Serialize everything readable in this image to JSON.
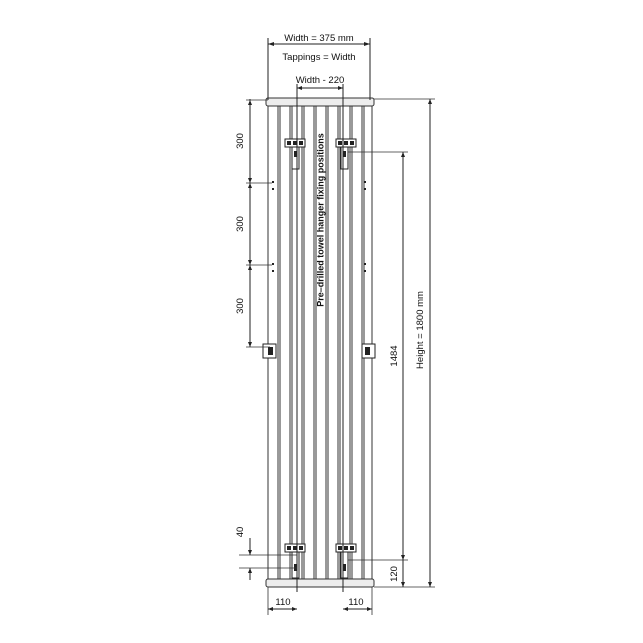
{
  "labels": {
    "width": "Width = 375 mm",
    "tappings": "Tappings = Width",
    "width_inner": "Width - 220",
    "fixing": "Pre–drilled  towel  hanger  fixing  positions",
    "spacing_1": "300",
    "spacing_2": "300",
    "spacing_3": "300",
    "bracket_centres": "1484",
    "height": "Height = 1800 mm",
    "bottom_offset": "40",
    "base_height": "120",
    "left_offset": "110",
    "right_offset": "110"
  },
  "colors": {
    "line": "#222222",
    "cap": "#ededed"
  }
}
